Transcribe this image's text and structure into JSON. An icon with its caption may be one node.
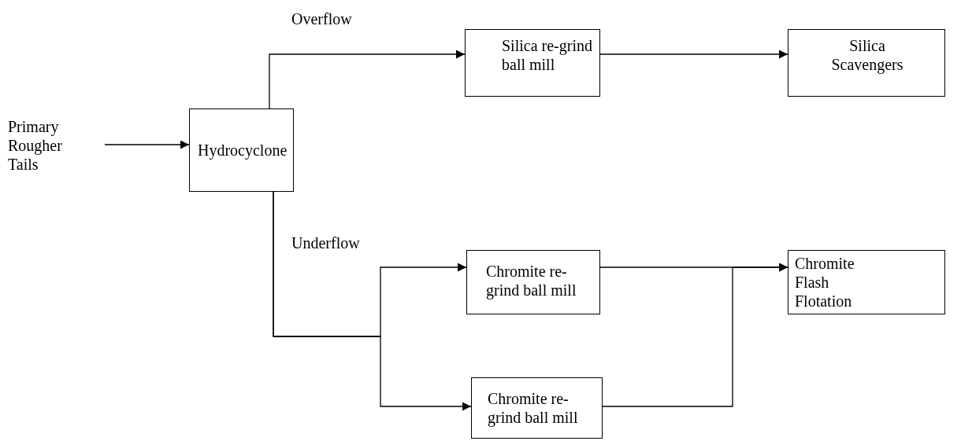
{
  "diagram": {
    "nodes": [
      {
        "text": [
          "Primary Rougher Tails"
        ]
      },
      {
        "text": [
          "Hydrocyclone"
        ]
      },
      {
        "text": [
          "Silica re-grind ball mill"
        ]
      },
      {
        "text": [
          "Silica Scavengers"
        ]
      },
      {
        "text": [
          "Chromite re-grind ball mill"
        ]
      },
      {
        "text": [
          "Chromite re-grind ball mill"
        ]
      },
      {
        "text": [
          "Chromite Flash Flotation"
        ]
      }
    ],
    "edges": [
      {
        "from": 0,
        "to": 1,
        "arrow": "to"
      },
      {
        "from": 1,
        "to": 2,
        "arrow": "to",
        "label": "Overflow"
      },
      {
        "from": 1,
        "to": 4,
        "arrow": "to",
        "label": "Underflow"
      },
      {
        "from": 1,
        "to": 5,
        "arrow": "to"
      },
      {
        "from": 2,
        "to": 3,
        "arrow": "to"
      },
      {
        "from": 4,
        "to": 6,
        "arrow": "to"
      },
      {
        "from": 5,
        "to": 6,
        "arrow": "to"
      }
    ]
  }
}
